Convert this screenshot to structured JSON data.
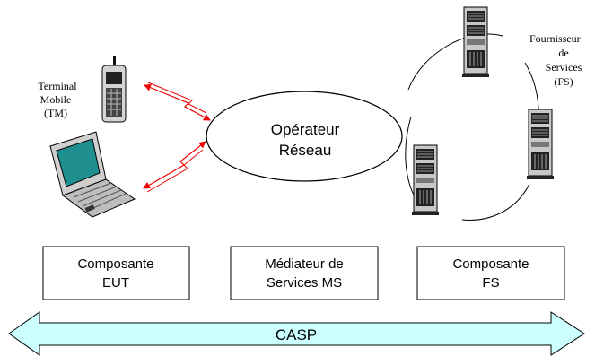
{
  "network_operator": {
    "line1": "Opérateur",
    "line2": "Réseau"
  },
  "mobile_terminal": {
    "line1": "Terminal",
    "line2": "Mobile",
    "line3": "(TM)"
  },
  "service_providers": {
    "line1": "Fournisseur",
    "line2": "de",
    "line3": "Services",
    "line4": "(FS)"
  },
  "boxes": [
    {
      "line1": "Composante",
      "line2": "EUT"
    },
    {
      "line1": "Médiateur de",
      "line2": "Services MS"
    },
    {
      "line1": "Composante",
      "line2": "FS"
    }
  ],
  "casp": {
    "label": "CASP",
    "fill": "#ccffff"
  },
  "colors": {
    "signal_arrows": "#ee0000",
    "stroke": "#000000"
  },
  "icons": [
    "mobile-phone-icon",
    "laptop-icon",
    "server-tower-icon"
  ]
}
